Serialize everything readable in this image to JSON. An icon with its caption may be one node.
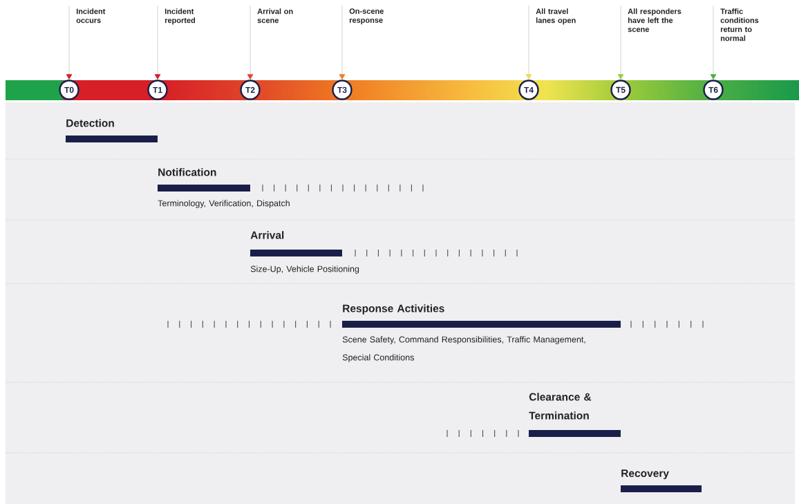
{
  "diagram": {
    "nodes": [
      {
        "text": [
          "T0"
        ]
      },
      {
        "text": [
          "T1"
        ]
      },
      {
        "text": [
          "T2"
        ]
      },
      {
        "text": [
          "T3"
        ]
      },
      {
        "text": [
          "T4"
        ]
      },
      {
        "text": [
          "T5"
        ]
      },
      {
        "text": [
          "T6"
        ]
      },
      {
        "text": [
          "Incident occurs"
        ]
      },
      {
        "text": [
          "Incident reported"
        ]
      },
      {
        "text": [
          "Arrival on scene"
        ]
      },
      {
        "text": [
          "On-scene response"
        ]
      },
      {
        "text": [
          "All travel lanes open"
        ]
      },
      {
        "text": [
          "All responders have left the scene"
        ]
      },
      {
        "text": [
          "Traffic conditions return to normal"
        ]
      }
    ],
    "edges": [
      {
        "from": 7,
        "to": 0,
        "arrow": "to"
      },
      {
        "from": 8,
        "to": 1,
        "arrow": "to"
      },
      {
        "from": 9,
        "to": 2,
        "arrow": "to"
      },
      {
        "from": 10,
        "to": 3,
        "arrow": "to"
      },
      {
        "from": 11,
        "to": 4,
        "arrow": "to"
      },
      {
        "from": 12,
        "to": 5,
        "arrow": "to"
      },
      {
        "from": 13,
        "to": 6,
        "arrow": "to"
      }
    ],
    "labels": [
      "Detection",
      "Notification",
      "Terminology, Verification, Dispatch",
      "Arrival",
      "Size-Up, Vehicle Positioning",
      "Response Activities",
      "Scene Safety, Command Responsibilities, Traffic Management, Special Conditions",
      "Clearance & Termination",
      "Recovery"
    ]
  }
}
